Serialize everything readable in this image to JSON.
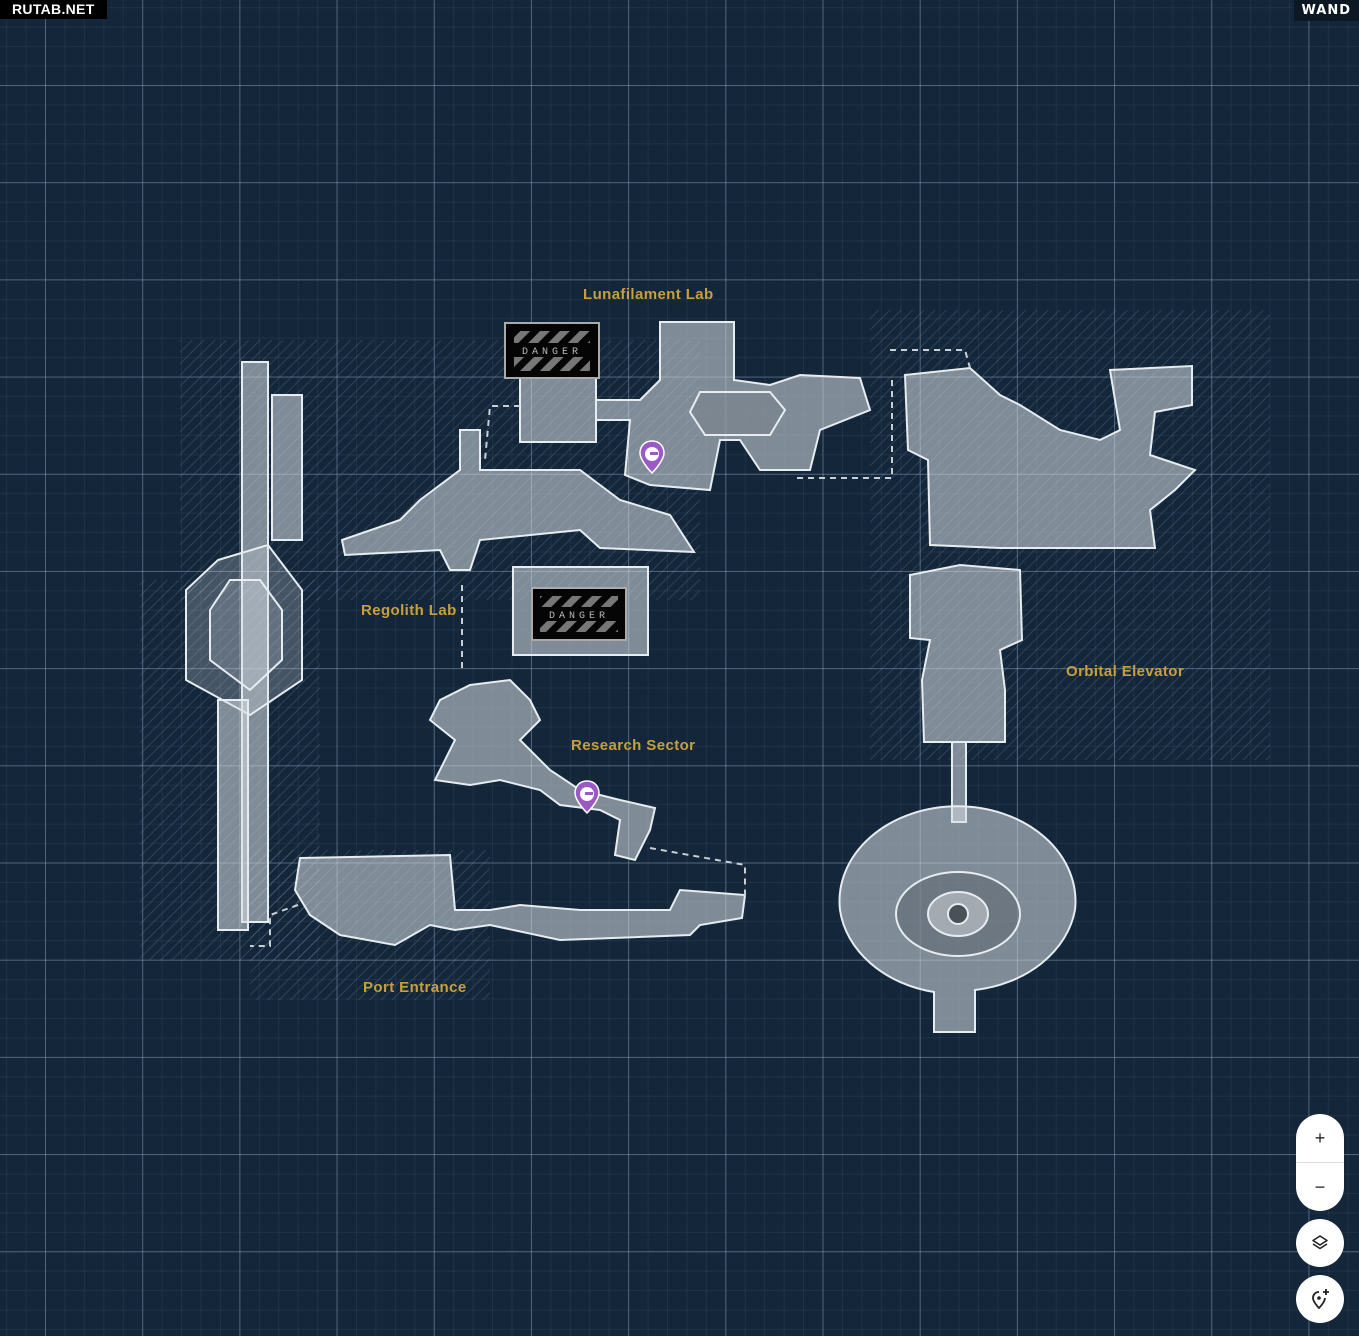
{
  "watermark": "RUTAB.NET",
  "brand_logo": "WAND",
  "map": {
    "locations": [
      {
        "name": "Lunafilament Lab"
      },
      {
        "name": "Regolith Lab"
      },
      {
        "name": "Research Sector"
      },
      {
        "name": "Orbital Elevator"
      },
      {
        "name": "Port Entrance"
      }
    ],
    "danger_signs": [
      "DANGER",
      "DANGER"
    ],
    "markers": [
      {
        "icon": "purple-map-pin-icon"
      },
      {
        "icon": "purple-map-pin-icon"
      }
    ],
    "colors": {
      "background": "#14263a",
      "label": "#c7a03c",
      "marker": "#9b59c6",
      "structure": "#d8dde2"
    }
  },
  "controls": {
    "zoom_in": "+",
    "zoom_out": "−",
    "layers_icon": "layers-icon",
    "add_marker_icon": "add-marker-icon"
  }
}
